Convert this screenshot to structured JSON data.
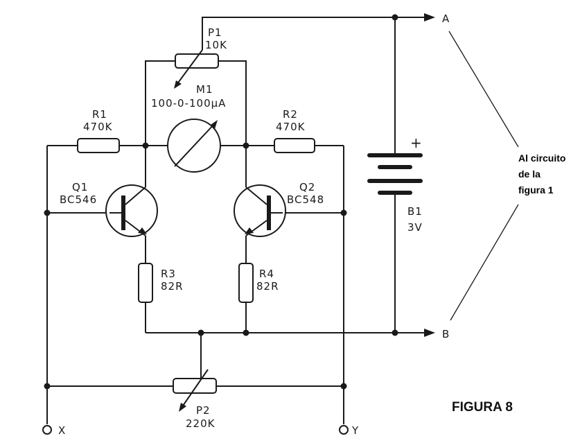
{
  "components": {
    "p1": {
      "ref": "P1",
      "value": "10K"
    },
    "m1": {
      "ref": "M1",
      "value": "100-0-100µA"
    },
    "r1": {
      "ref": "R1",
      "value": "470K"
    },
    "r2": {
      "ref": "R2",
      "value": "470K"
    },
    "q1": {
      "ref": "Q1",
      "value": "BC546"
    },
    "q2": {
      "ref": "Q2",
      "value": "BC548"
    },
    "r3": {
      "ref": "R3",
      "value": "82R"
    },
    "r4": {
      "ref": "R4",
      "value": "82R"
    },
    "b1": {
      "ref": "B1",
      "value": "3V",
      "polarity": "+"
    },
    "p2": {
      "ref": "P2",
      "value": "220K"
    }
  },
  "terminals": {
    "a": "A",
    "b": "B",
    "x": "X",
    "y": "Y"
  },
  "side_note": {
    "line1": "Al circuito",
    "line2": "de la",
    "line3": "figura 1"
  },
  "figure_label": "FIGURA 8"
}
